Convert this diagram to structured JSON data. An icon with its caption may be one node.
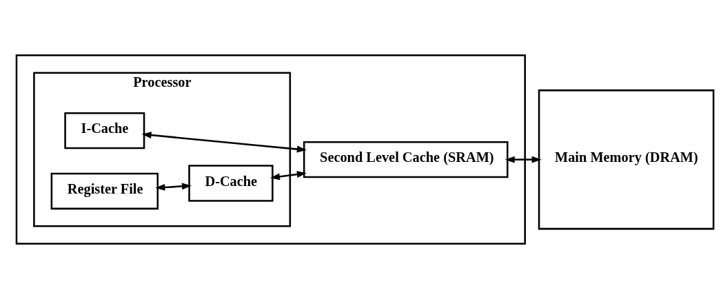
{
  "diagram": {
    "nodes": [
      {
        "text": [],
        "shape": "box"
      },
      {
        "text": [
          "Processor"
        ],
        "in": 0
      },
      {
        "text": [
          "I-Cache"
        ],
        "in": 1
      },
      {
        "text": [
          "Register File"
        ],
        "in": 1
      },
      {
        "text": [
          "D-Cache"
        ],
        "in": 1
      },
      {
        "text": [
          "Second Level Cache (SRAM)"
        ],
        "in": 0
      },
      {
        "text": [
          "Main Memory (DRAM)"
        ]
      }
    ],
    "edges": [
      {
        "from": 3,
        "to": 4,
        "arrow": "both"
      },
      {
        "from": 2,
        "to": 5,
        "arrow": "both"
      },
      {
        "from": 4,
        "to": 5,
        "arrow": "both"
      },
      {
        "from": 5,
        "to": 6,
        "arrow": "both"
      }
    ]
  }
}
